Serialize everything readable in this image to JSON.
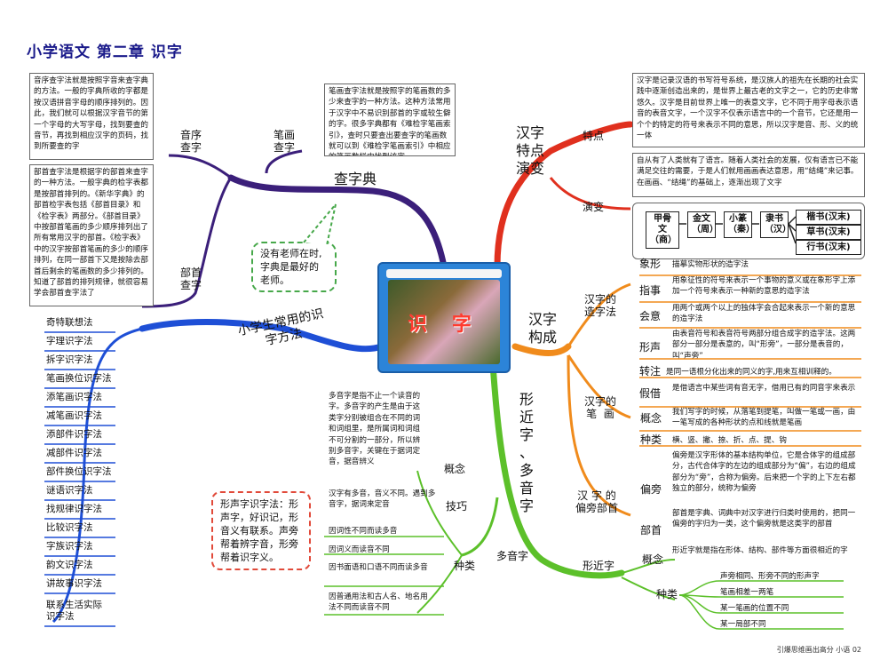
{
  "title": "小学语文  第二章 识字",
  "center": {
    "label": "识  字"
  },
  "lookup": {
    "label": "查字典",
    "phonetic_label": "音序\n查字",
    "stroke_label": "笔画\n查字",
    "radical_label": "部首\n查字",
    "phonetic_text": "音序查字法就是按照字音来查字典的方法。一般的字典所收的字都是按汉语拼音字母的顺序排列的。因此，我们就可以根据汉字音节的第一个字母的大写字母，找到要查的音节，再找到相应汉字的页码，找到所要查的字",
    "stroke_text": "笔画查字法就是按照字的笔画数的多少来查字的一种方法。这种方法常用于汉字中不易识别部首的字或较生僻的字。很多字典都有《难检字笔画索引》，查时只要查出要查字的笔画数就可以到《难检字笔画索引》中相应的笔画数栏内找到该字",
    "radical_text": "部首查字法是根据字的部首来查字的一种方法。一般字典的检字表都是按部首排列的。《新华字典》的部首检字表包括《部首目录》和《检字表》两部分。《部首目录》中按部首笔画的多少顺序排列出了所有常用汉字的部首。《检字表》中的汉字按部首笔画的多少的顺序排列，在同一部首下又是按除去部首后剩余的笔画数的多少排列的。知道了部首的排列规律，就很容易学会部首查字法了",
    "teacher_bubble": "没有老师在时,字典是最好的老师。"
  },
  "methods": {
    "label": "小学生常用的识字方法",
    "items": [
      "奇特联想法",
      "字理识字法",
      "拆字识字法",
      "笔画换位识字法",
      "添笔画识字法",
      "减笔画识字法",
      "添部件识字法",
      "减部件识字法",
      "部件换位识字法",
      "谜语识字法",
      "找规律识字法",
      "比较识字法",
      "字族识字法",
      "韵文识字法",
      "讲故事识字法",
      "联系生活实际\n识字法"
    ],
    "note": "形声字识字法：形声字，好识记，形音义有联系。声旁帮着辨字音，形旁帮着识字义。"
  },
  "features": {
    "label": "汉字\n特点\n演变",
    "point_label": "特点",
    "point_text": "汉字是记录汉语的书写符号系统，是汉族人的祖先在长期的社会实践中逐渐创造出来的，是世界上最古老的文字之一，它的历史非常悠久。汉字是目前世界上唯一的表意文字，它不同于用字母表示语音的表音文字，一个汉字不仅表示语言中的一个音节，它还是用一个个的特定的符号来表示不同的意思，所以汉字是音、形、义的统一体",
    "evolution_label": "演变",
    "evolution_text": "自从有了人类就有了语言。随着人类社会的发展，仅有语言已不能满足交往的需要，于是人们就用画画表达意思，用“结绳”来记事。在画画、“结绳”的基础上，逐渐出现了文字",
    "chain": [
      {
        "name": "甲骨文",
        "era": "（商）"
      },
      {
        "name": "金文",
        "era": "（周）"
      },
      {
        "name": "小篆",
        "era": "（秦）"
      },
      {
        "name": "隶书",
        "era": "（汉）"
      }
    ],
    "later": [
      "楷书(汉末)",
      "草书(汉末)",
      "行书(汉末)"
    ]
  },
  "structure": {
    "label": "汉字\n构成",
    "formation_label": "汉字的\n造字法",
    "formation": [
      {
        "name": "象形",
        "text": "描摹实物形状的造字法"
      },
      {
        "name": "指事",
        "text": "用象征性的符号来表示一个事物的意义或在象形字上添加一个符号来表示一种新的意思的造字法"
      },
      {
        "name": "会意",
        "text": "用两个或两个以上的独体字会合起来表示一个新的意思的造字法"
      },
      {
        "name": "形声",
        "text": "由表音符号和表音符号两部分组合成字的造字法。这两部分一部分是表意的，叫“形旁”，一部分是表音的，叫“声旁”"
      },
      {
        "name": "转注",
        "text": "是同一语根分化出来的同义的字,用来互相训释的。"
      },
      {
        "name": "假借",
        "text": "是借语言中某些词有音无字，借用已有的同音字来表示"
      }
    ],
    "strokes_label": "汉字的\n笔  画",
    "stroke_concept_label": "概念",
    "stroke_concept_text": "我们写字的时候，从落笔到提笔，叫做一笔或一画，由一笔写成的各种形状的点和线就是笔画",
    "stroke_kinds_label": "种类",
    "stroke_kinds_text": "横、竖、撇、捺、折、点、提、钩",
    "radical_label": "汉 字 的\n偏旁部首",
    "pianpang_label": "偏旁",
    "pianpang_text": "偏旁是汉字形体的基本结构单位，它是合体字的组成部分，古代合体字的左边的组成部分为“偏”，右边的组成部分为“旁”，合称为偏旁。后来把一个字的上下左右都独立的部分，统称为偏旁",
    "bushou_label": "部首",
    "bushou_text": "部首是字典、词典中对汉字进行归类时使用的，把同一偏旁的字归为一类，这个偏旁就是这类字的部首"
  },
  "similar": {
    "label": "形\n近\n字\n、\n多\n音\n字",
    "duoyin_label": "多音字",
    "concept_label": "概念",
    "concept_text": "多音字是指不止一个读音的字。多音字的产生是由于这类字分别被组合在不同的词和词组里，是所属词和词组不可分割的一部分，所以辨别多音字，关键在于据词定音，据音辨义",
    "skill_label": "技巧",
    "skill_text": "汉字有多音，音义不同。遇到多音字，据词来定音",
    "kinds_label": "种类",
    "kinds": [
      "因词性不同而读多音",
      "因词义而读音不同",
      "因书面语和口语不同而读多音",
      "因普通用法和古人名、地名用法不同而读音不同"
    ],
    "xingjin_label": "形近字",
    "xj_concept_label": "概念",
    "xj_concept_text": "形近字就是指在形体、结构、部件等方面很相近的字",
    "xj_kinds_label": "种类",
    "xj_kinds": [
      "声旁相同、形旁不同的形声字",
      "笔画相差一两笔",
      "某一笔画的位置不同",
      "某一局部不同"
    ]
  },
  "footer": "引爆思维画出高分  小语  02"
}
